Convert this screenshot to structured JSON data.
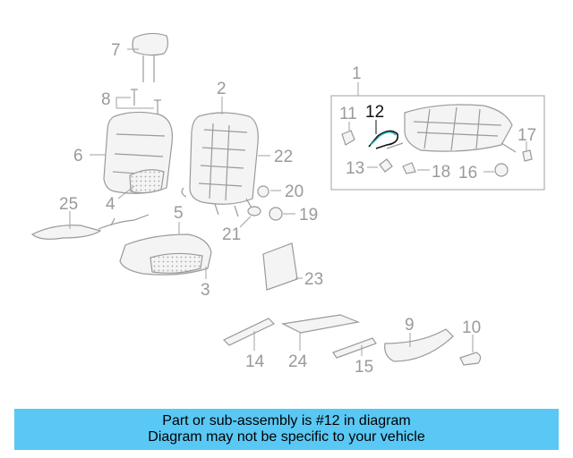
{
  "diagram": {
    "callouts": {
      "c1": "1",
      "c2": "2",
      "c3": "3",
      "c4": "4",
      "c5": "5",
      "c6": "6",
      "c7": "7",
      "c8": "8",
      "c9": "9",
      "c10": "10",
      "c11": "11",
      "c12": "12",
      "c13": "13",
      "c14": "14",
      "c15": "15",
      "c16": "16",
      "c17": "17",
      "c18": "18",
      "c19": "19",
      "c20": "20",
      "c21": "21",
      "c22": "22",
      "c23": "23",
      "c24": "24",
      "c25": "25"
    },
    "highlighted_part": "12",
    "colors": {
      "line": "#9a9a9a",
      "highlight": "#111111",
      "banner": "#5ac8f5"
    }
  },
  "banner": {
    "line1": "Part or sub-assembly is #12 in diagram",
    "line2": "Diagram may not be specific to your vehicle"
  }
}
